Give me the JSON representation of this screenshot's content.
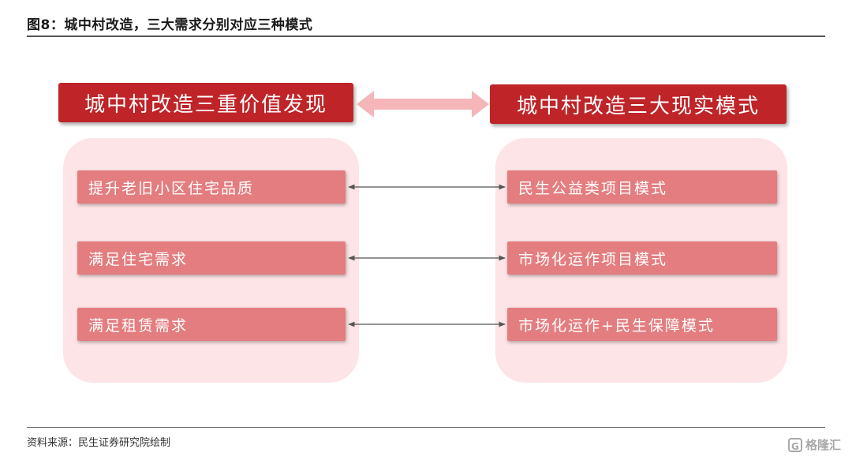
{
  "title": "图8：城中村改造，三大需求分别对应三种模式",
  "source": "资料来源：民生证券研究院绘制",
  "watermark": {
    "icon": "G",
    "text": "格隆汇"
  },
  "left_header": "城中村改造三重价值发现",
  "right_header": "城中村改造三大现实模式",
  "left_items": [
    "提升老旧小区住宅品质",
    "满足住宅需求",
    "满足租赁需求"
  ],
  "right_items": [
    "民生公益类项目模式",
    "市场化运作项目模式",
    "市场化运作+民生保障模式"
  ],
  "colors": {
    "header_bg": "#bf2428",
    "item_bg": "#e47d7f",
    "panel_bg": "#fde4e6",
    "double_arrow": "#f4b6b9",
    "connector": "#555555"
  }
}
